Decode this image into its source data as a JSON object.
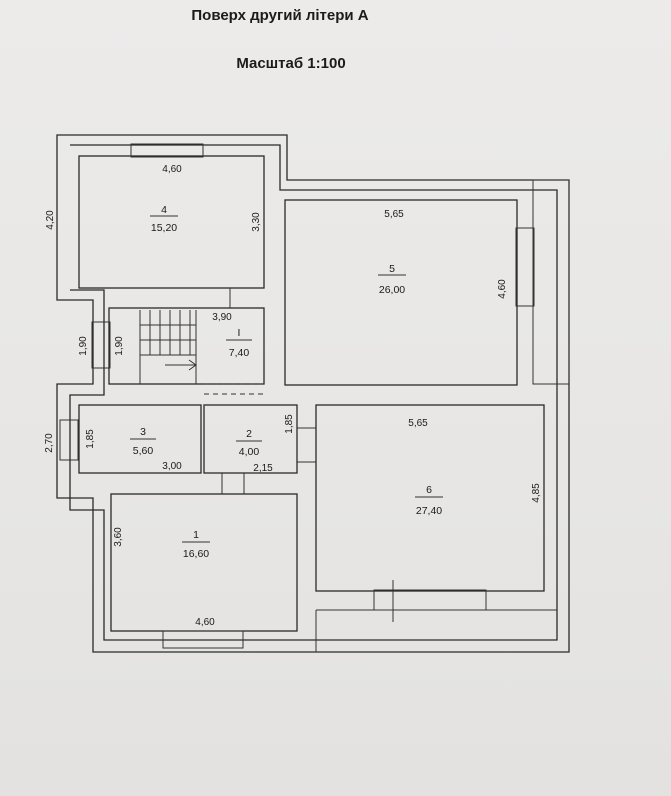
{
  "header": {
    "title": "Поверх другий літери А",
    "scale": "Масштаб 1:100"
  },
  "rooms": [
    {
      "id": "4",
      "area": "15,20"
    },
    {
      "id": "5",
      "area": "26,00"
    },
    {
      "id": "I",
      "area": "7,40"
    },
    {
      "id": "3",
      "area": "5,60"
    },
    {
      "id": "2",
      "area": "4,00"
    },
    {
      "id": "6",
      "area": "27,40"
    },
    {
      "id": "1",
      "area": "16,60"
    }
  ],
  "dimensions": {
    "room4_width": "4,60",
    "room4_height": "3,30",
    "outer_left_top": "4,20",
    "room5_width": "5,65",
    "room5_height": "4,60",
    "roomI_width": "3,90",
    "roomI_height": "1,90",
    "outer_left_mid": "1,90",
    "outer_left_low": "2,70",
    "room3_height": "1,85",
    "room3_width": "3,00",
    "room2_height": "1,85",
    "room2_width": "2,15",
    "room6_width": "5,65",
    "room6_height": "4,85",
    "room1_height": "3,60",
    "room1_width": "4,60"
  },
  "colors": {
    "paper": "#e9e8e6",
    "lines": "#2a2a2a"
  }
}
